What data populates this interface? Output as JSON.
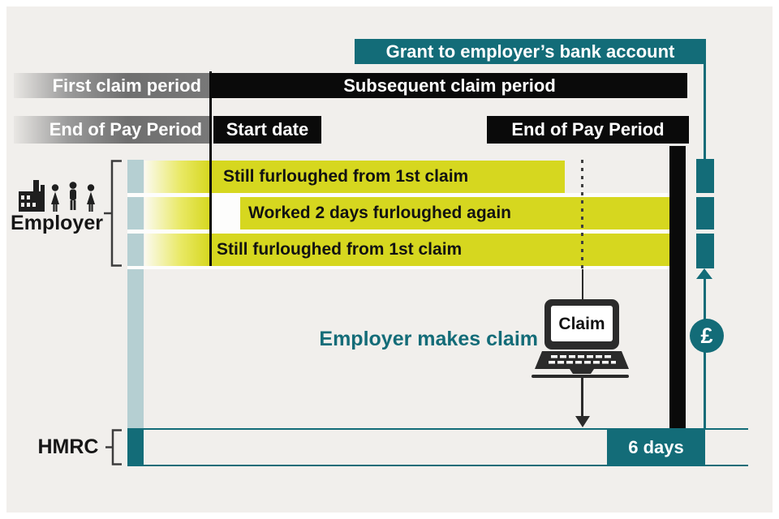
{
  "colors": {
    "teal": "#136c78",
    "yellow": "#d6d71f",
    "light_blue_strip": "#b5cfd2",
    "banner_gray": "#6f6f6f",
    "banner_black": "#0a0a0a",
    "icon_dark": "#2b2b2b",
    "background": "#f1efec"
  },
  "grant_banner": {
    "label": "Grant to employer’s bank account"
  },
  "period_row": {
    "first_label": "First claim period",
    "subsequent_label": "Subsequent claim period"
  },
  "date_row": {
    "first_end_label": "End of Pay Period",
    "start_label": "Start date",
    "subsequent_end_label": "End of Pay Period"
  },
  "employer": {
    "label": "Employer"
  },
  "furlough_bars": [
    {
      "label": "Still furloughed from 1st claim"
    },
    {
      "label": "Worked 2 days furloughed again"
    },
    {
      "label": "Still furloughed from 1st claim"
    }
  ],
  "claim": {
    "caption": "Employer makes claim",
    "laptop_screen_label": "Claim"
  },
  "hmrc": {
    "label": "HMRC",
    "processing_time": "6 days"
  },
  "grant_flow": {
    "currency_symbol": "£"
  }
}
